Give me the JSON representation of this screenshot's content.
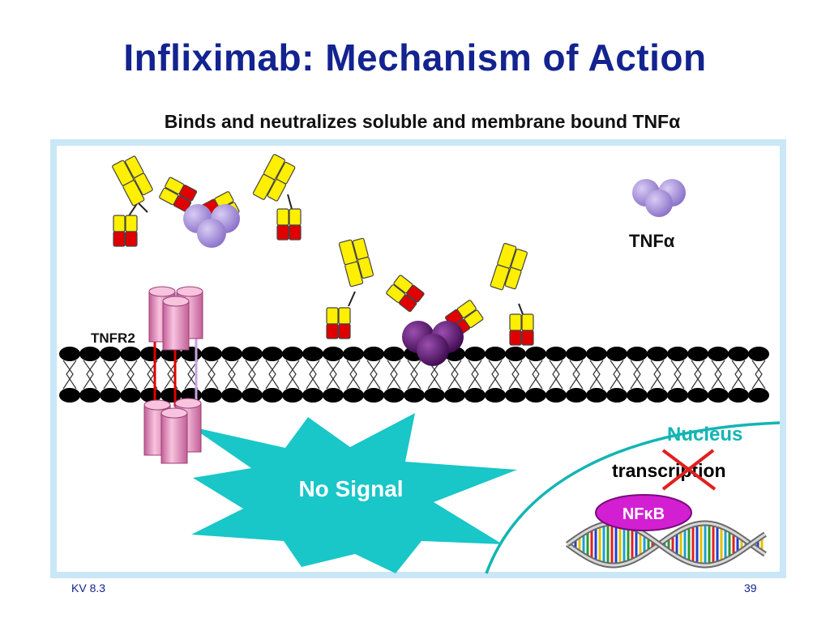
{
  "slide": {
    "title": "Infliximab: Mechanism of Action",
    "subtitle": "Binds and neutralizes soluble and membrane bound TNFα",
    "footer_left": "KV 8.3",
    "page_number": "39"
  },
  "diagram": {
    "tnf_label": "TNFα",
    "receptor_label": "TNFR2",
    "no_signal_label": "No Signal",
    "nucleus_label": "Nucleus",
    "transcription_label": "transcription",
    "nfkb_label": "NFκB"
  },
  "colors": {
    "title": "#13238f",
    "frame": "#c9e7f7",
    "starburst": "#19c6c8",
    "nucleus": "#14b4b4",
    "antibody_heavy": "#ffef00",
    "antibody_light": "#e00000",
    "tnf_soluble": "#9c86d6",
    "tnf_membrane": "#5a1a6e",
    "receptor": "#e99bc4",
    "nfkb": "#d21fd2",
    "cross": "#e11f1f"
  }
}
